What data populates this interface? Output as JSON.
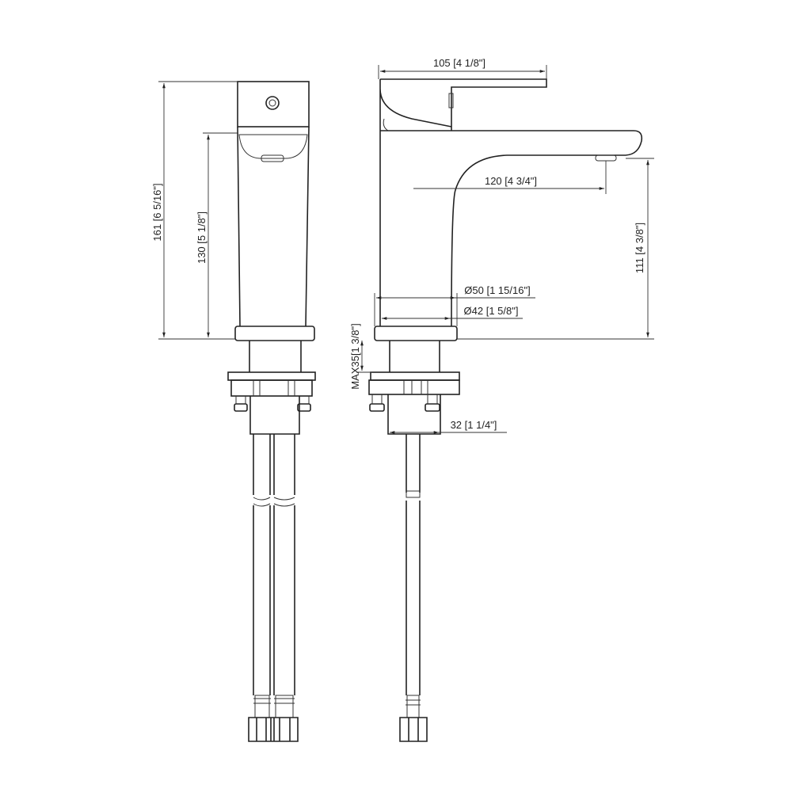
{
  "title": "Basin faucet dimension drawing",
  "dimensions": {
    "overall_height": "161 [6 5/16\"]",
    "spout_height": "130 [5 1/8\"]",
    "handle_length": "105 [4 1/8\"]",
    "spout_reach": "120 [4 3/4\"]",
    "spout_clearance": "111 [4 3/8\"]",
    "base_diameter": "Ø50 [1 15/16\"]",
    "body_diameter": "Ø42 [1 5/8\"]",
    "max_deck_thickness": "MAX35[1 3/8\"]",
    "shank_diameter": "32 [1 1/4\"]"
  }
}
